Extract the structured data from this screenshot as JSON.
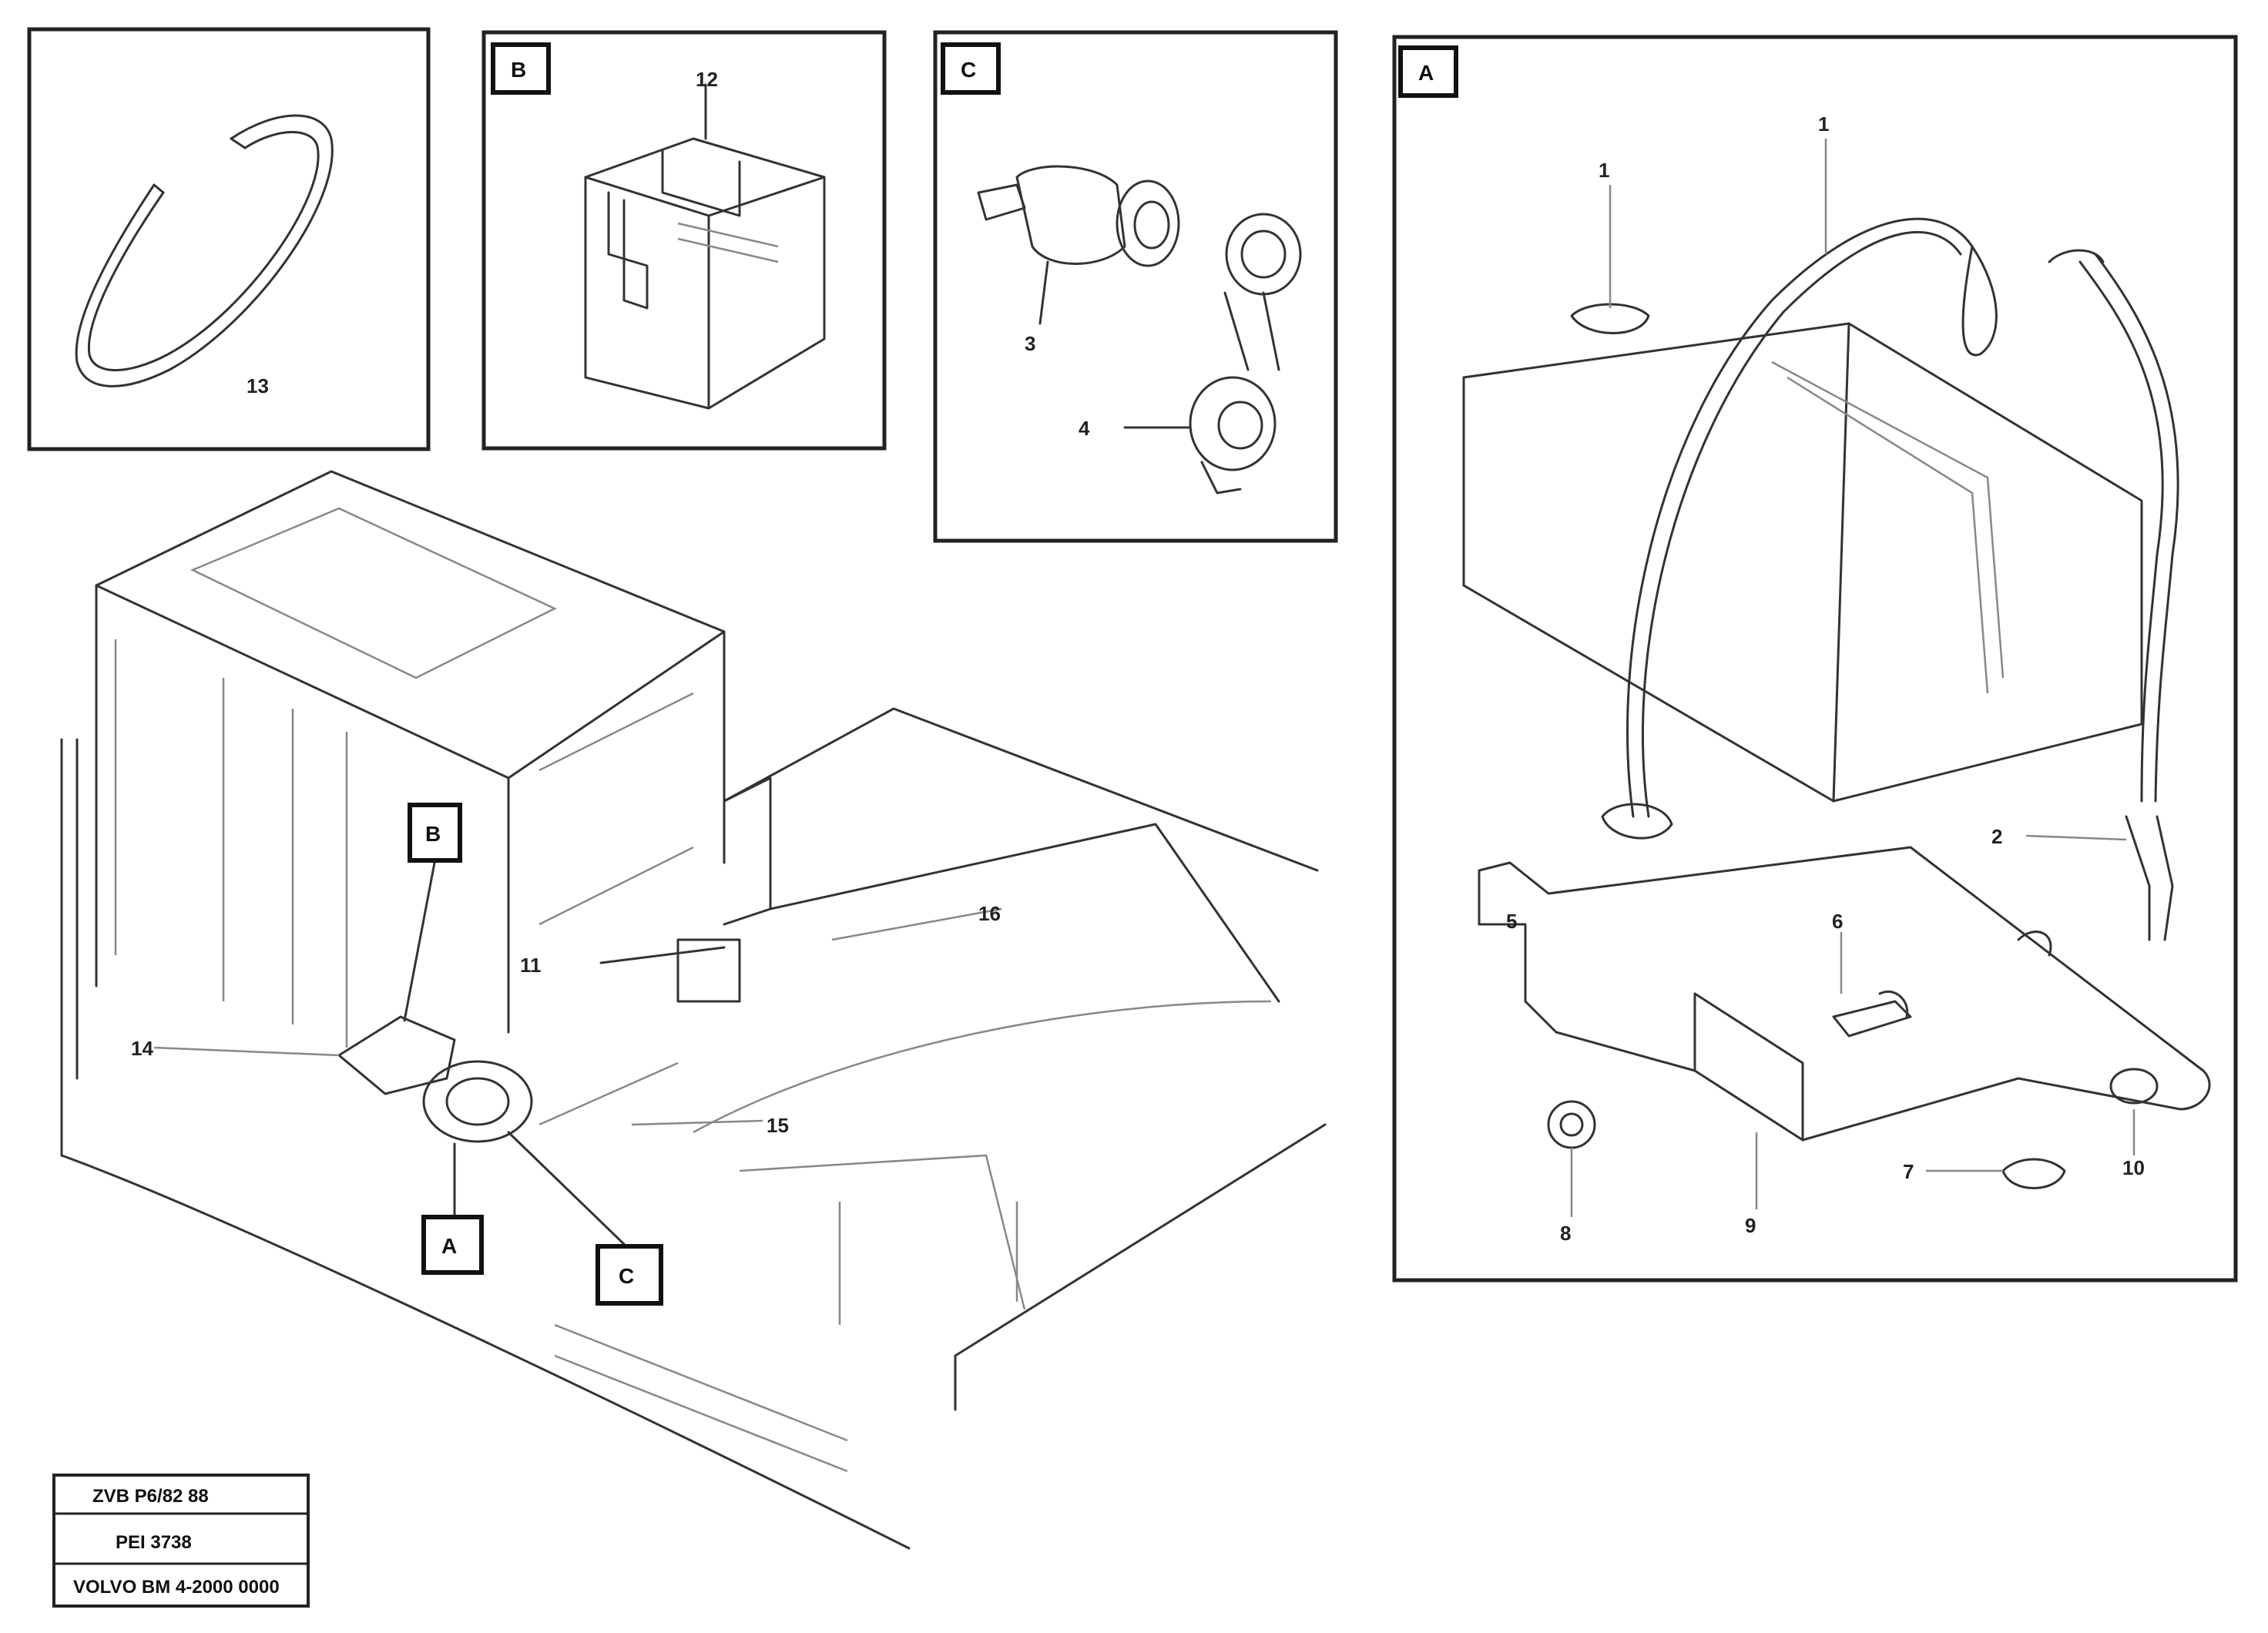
{
  "panels": {
    "top_left": {
      "callouts": [
        "13"
      ]
    },
    "panel_b": {
      "tag": "B",
      "callouts": [
        "12"
      ]
    },
    "panel_c": {
      "tag": "C",
      "callouts": [
        "3",
        "4"
      ]
    },
    "panel_a": {
      "tag": "A",
      "callouts": [
        "1",
        "1",
        "2",
        "5",
        "6",
        "7",
        "8",
        "9",
        "10"
      ]
    }
  },
  "main_view": {
    "tags": [
      "B",
      "A",
      "C"
    ],
    "callouts": [
      "11",
      "14",
      "15",
      "16"
    ]
  },
  "reference_block": {
    "line1": "ZVB P6/82 88",
    "line2": "PEI 3738",
    "line3": "VOLVO BM 4-2000 0000"
  }
}
